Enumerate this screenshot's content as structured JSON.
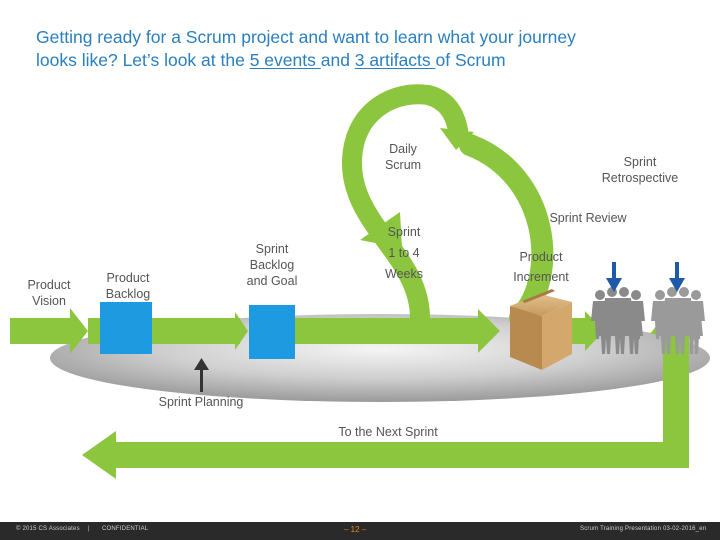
{
  "title": {
    "line1": "Getting ready for a Scrum project and want to learn what your journey",
    "line2_part1": "looks like?  Let’s look at the ",
    "line2_link1": "5 events ",
    "line2_part2": "and ",
    "line2_link2": "3 artifacts ",
    "line2_part3": "of Scrum"
  },
  "labels": {
    "product_vision": [
      "Product",
      "Vision"
    ],
    "product_backlog": [
      "Product",
      "Backlog"
    ],
    "sprint_backlog": [
      "Sprint",
      "Backlog",
      "and Goal"
    ],
    "daily_scrum": [
      "Daily",
      "Scrum"
    ],
    "sprint_length": [
      "Sprint",
      "1 to 4",
      "Weeks"
    ],
    "sprint_retrospective": [
      "Sprint",
      "Retrospective"
    ],
    "sprint_review": "Sprint Review",
    "product_increment": [
      "Product",
      "Increment"
    ],
    "sprint_planning": "Sprint Planning",
    "next_sprint": "To the Next Sprint"
  },
  "footer": {
    "copyright": "© 2015 CS Associates",
    "separator": "|",
    "confidential": "CONFIDENTIAL",
    "page": "– 12 –",
    "doc_ref": "Scrum Training Presentation 03-02-2016_en"
  },
  "colors": {
    "arrow_green": "#8cc63f",
    "arrow_green_dark": "#6fa82e",
    "backlog_blue": "#1e9be0",
    "title_blue": "#2a7fbf",
    "people_gray": "#8a8a8a",
    "box_brown": "#c8975a"
  }
}
